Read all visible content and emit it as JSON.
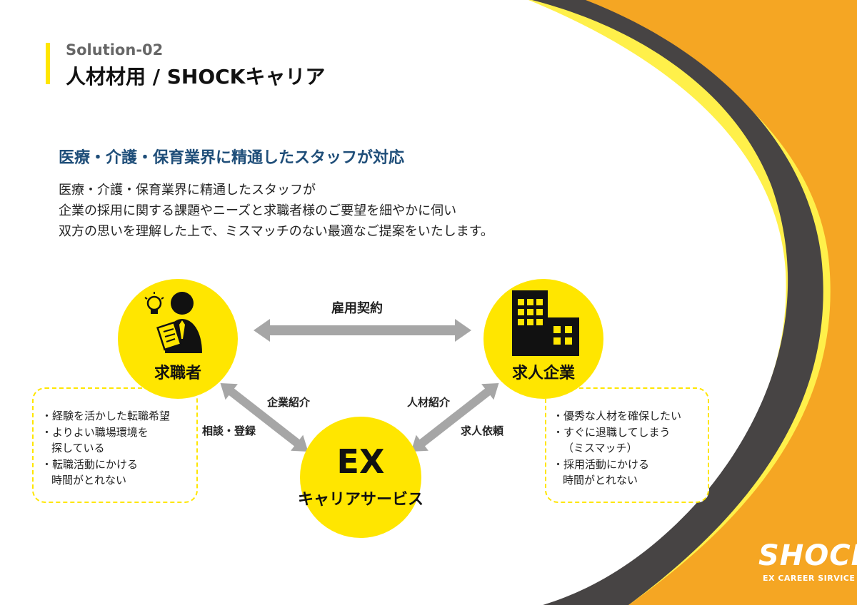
{
  "header": {
    "solution_label": "Solution-02",
    "title": "人材材用 / SHOCKキャリア"
  },
  "intro": {
    "headline": "医療・介護・保育業界に精通したスタッフが対応",
    "body_lines": [
      "医療・介護・保育業界に精通したスタッフが",
      "企業の採用に関する課題やニーズと求職者様のご要望を細やかに伺い",
      "双方の思いを理解した上で、ミスマッチのない最適なご提案をいたします。"
    ]
  },
  "diagram": {
    "nodes": {
      "job_seeker": {
        "label": "求職者",
        "icon": "person-with-clipboard-and-lightbulb-icon"
      },
      "company": {
        "label": "求人企業",
        "icon": "office-building-icon"
      },
      "ex_service": {
        "title": "EX",
        "subtitle": "キャリアサービス"
      }
    },
    "edges": {
      "employment_contract": "雇用契約",
      "company_referral": "企業紹介",
      "consult_register": "相談・登録",
      "talent_referral": "人材紹介",
      "job_request": "求人依頼"
    },
    "seeker_needs": {
      "items": [
        {
          "text": "・経験を活かした転職希望"
        },
        {
          "text": "・よりよい職場環境を",
          "cont": "探している"
        },
        {
          "text": "・転職活動にかける",
          "cont": "時間がとれない"
        }
      ]
    },
    "company_needs": {
      "items": [
        {
          "text": "・優秀な人材を確保したい"
        },
        {
          "text": "・すぐに退職してしまう",
          "cont": "（ミスマッチ）"
        },
        {
          "text": "・採用活動にかける",
          "cont": "時間がとれない"
        }
      ]
    }
  },
  "logo": {
    "brand": "SHOCK",
    "tagline": "EX CAREER SIRVICE"
  },
  "colors": {
    "accent_yellow": "#ffe600",
    "orange": "#f5a623",
    "dark_gray": "#474444",
    "arrow_gray": "#a6a6a6",
    "headline_blue": "#1f4e79"
  }
}
